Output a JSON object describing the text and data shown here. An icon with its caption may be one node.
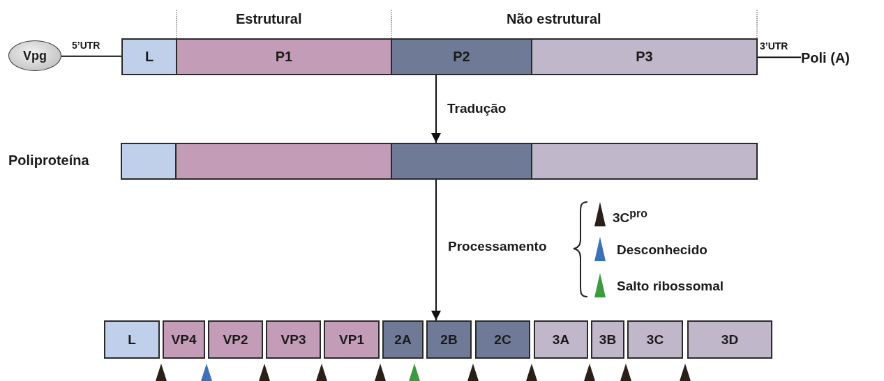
{
  "diagram": {
    "nodes": [
      {
        "text": [
          "Vpg"
        ]
      },
      {
        "text": [
          "L"
        ]
      },
      {
        "text": [
          "P1"
        ]
      },
      {
        "text": [
          "P2"
        ]
      },
      {
        "text": [
          "P3"
        ]
      },
      {
        "text": [
          "Poli (A)"
        ]
      },
      {
        "text": [],
        "shape": "box"
      },
      {
        "text": [],
        "shape": "box"
      },
      {
        "text": [],
        "shape": "box"
      },
      {
        "text": [],
        "shape": "box"
      },
      {
        "text": [
          "L"
        ]
      },
      {
        "text": [
          "VP4"
        ]
      },
      {
        "text": [
          "VP2"
        ]
      },
      {
        "text": [
          "VP3"
        ]
      },
      {
        "text": [
          "VP1"
        ]
      },
      {
        "text": [
          "2A"
        ]
      },
      {
        "text": [
          "2B"
        ]
      },
      {
        "text": [
          "2C"
        ]
      },
      {
        "text": [
          "3A"
        ]
      },
      {
        "text": [
          "3B"
        ]
      },
      {
        "text": [
          "3C"
        ]
      },
      {
        "text": [
          "3D"
        ]
      }
    ],
    "edges": [
      {
        "from": 0,
        "to": 1,
        "arrow": "none",
        "label": "5’UTR"
      },
      {
        "from": 4,
        "to": 5,
        "arrow": "none",
        "label": "3’UTR"
      },
      {
        "from": 3,
        "to": 8,
        "arrow": "to",
        "label": "Tradução"
      },
      {
        "from": 8,
        "to": 16,
        "arrow": "to",
        "label": "Processamento"
      }
    ],
    "labels": [
      "Estrutural",
      "Não estrutural",
      "Poliproteína"
    ],
    "legend": [
      {
        "text": "3C$^{pro}$",
        "color": "#2b1f1a"
      },
      {
        "text": "Desconhecido",
        "color": "#3b72b9"
      },
      {
        "text": "Salto ribossomal",
        "color": "#3b9b3e"
      }
    ]
  }
}
